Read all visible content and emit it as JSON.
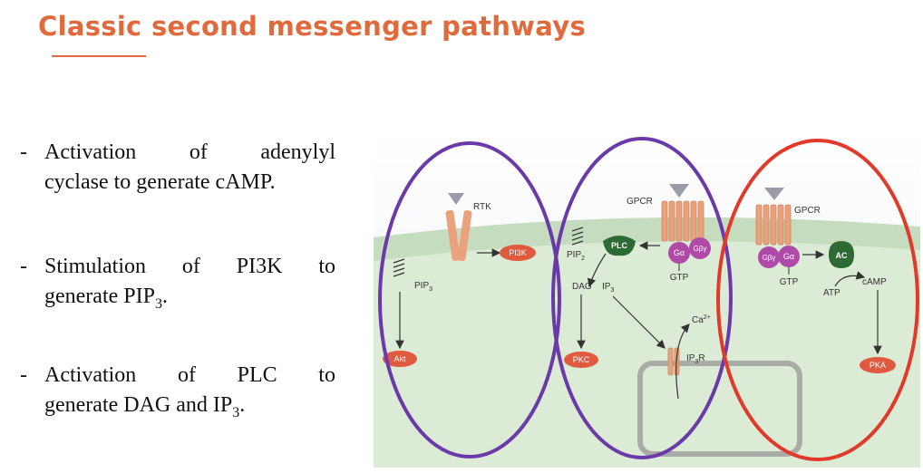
{
  "slide": {
    "title": "Classic second messenger pathways"
  },
  "bullets": [
    {
      "dash": "-",
      "line1": [
        "Activation",
        "of",
        "adenylyl"
      ],
      "line2_main": "cyclase to generate cAMP.",
      "line2_sub": "",
      "line2_tail": ""
    },
    {
      "dash": "-",
      "line1": [
        "Stimulation",
        "of",
        "PI3K",
        "to"
      ],
      "line2_main": "generate PIP",
      "line2_sub": "3",
      "line2_tail": "."
    },
    {
      "dash": "-",
      "line1": [
        "Activation",
        "of",
        "PLC",
        "to"
      ],
      "line2_main": "generate DAG and IP",
      "line2_sub": "3",
      "line2_tail": "."
    }
  ],
  "diagram": {
    "labels": {
      "rtk": "RTK",
      "pi3k": "PI3K",
      "pip3_main": "PIP",
      "pip3_sub": "3",
      "akt": "Akt",
      "pip2_main": "PIP",
      "pip2_sub": "2",
      "plc": "PLC",
      "gpcr_left": "GPCR",
      "galpha_left": "Gα",
      "gbg_left": "Gβγ",
      "gtp_left": "GTP",
      "dag": "DAG",
      "ip3_main": "IP",
      "ip3_sub": "3",
      "pkc": "PKC",
      "ca_main": "Ca",
      "ca_sup": "2+",
      "ip3r_main": "IP",
      "ip3r_sub": "3",
      "ip3r_tail": "R",
      "gpcr_right": "GPCR",
      "gbg_right": "Gβγ",
      "galpha_right": "Gα",
      "gtp_right": "GTP",
      "ac": "AC",
      "atp": "ATP",
      "camp": "cAMP",
      "pka": "PKA"
    },
    "colors": {
      "title": "#e06a3b",
      "oval_purple": "#6a3aa8",
      "oval_red": "#e23a2a",
      "kinase_red": "#e05a40",
      "g_protein_purple": "#b04aa8",
      "enzyme_green": "#2e6a34",
      "receptor_orange": "#eaa27c",
      "cytoplasm": "#dcebd5",
      "membrane": "#c6dcbe"
    }
  }
}
